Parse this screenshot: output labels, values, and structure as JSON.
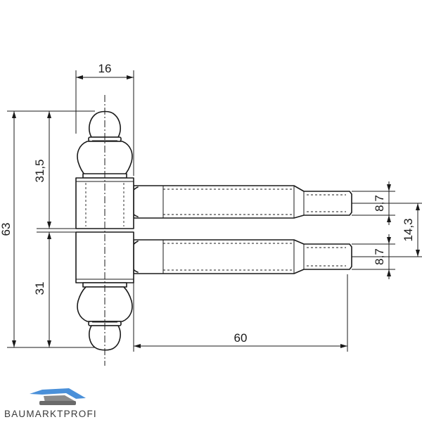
{
  "dimensions": {
    "top_width": "16",
    "total_height": "63",
    "upper_height": "31,5",
    "lower_height": "31",
    "pin_length": "60",
    "upper_pin_dia": "8,7",
    "lower_pin_dia": "8,7",
    "pin_spacing": "14,3"
  },
  "logo": {
    "text": "BAUMARKTPROFI",
    "colors": {
      "roof": "#4a90d9",
      "car": "#7a7a7a",
      "text": "#3a3a3a"
    }
  }
}
